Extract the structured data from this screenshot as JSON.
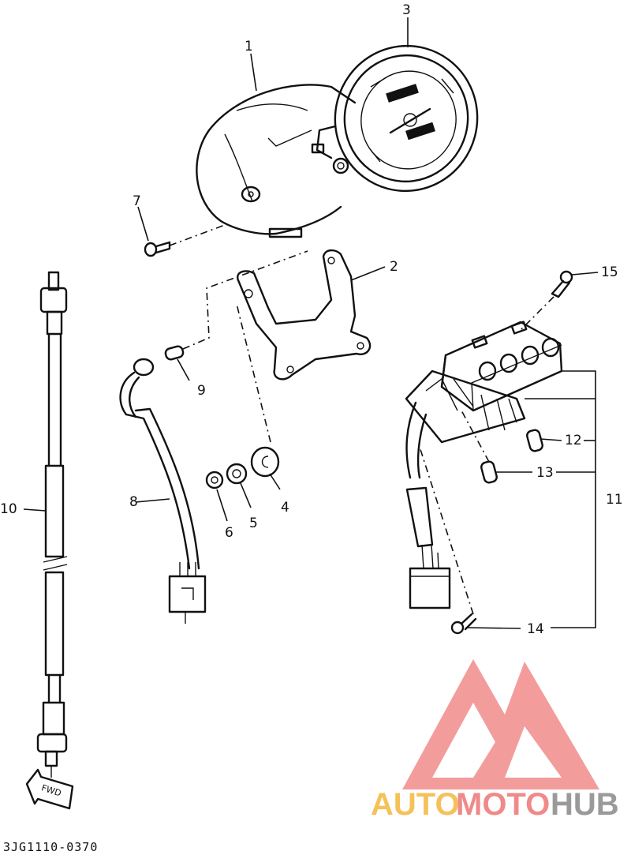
{
  "diagram": {
    "drawing_code": "3JG1110-0370",
    "direction_tag": "FWD",
    "callouts": [
      {
        "id": "c1",
        "label": "1"
      },
      {
        "id": "c2",
        "label": "2"
      },
      {
        "id": "c3",
        "label": "3"
      },
      {
        "id": "c4",
        "label": "4"
      },
      {
        "id": "c5",
        "label": "5"
      },
      {
        "id": "c6",
        "label": "6"
      },
      {
        "id": "c7",
        "label": "7"
      },
      {
        "id": "c8",
        "label": "8"
      },
      {
        "id": "c9",
        "label": "9"
      },
      {
        "id": "c10",
        "label": "10"
      },
      {
        "id": "c11",
        "label": "11"
      },
      {
        "id": "c12",
        "label": "12"
      },
      {
        "id": "c13",
        "label": "13"
      },
      {
        "id": "c14",
        "label": "14"
      },
      {
        "id": "c15",
        "label": "15"
      }
    ]
  },
  "watermark": {
    "text_auto": "AUTO",
    "text_moto": "MOTO",
    "text_hub": "HUB",
    "color_auto": "#f5c25a",
    "color_moto": "#f08a8a",
    "color_hub": "#9a9a9a",
    "logo_color": "#f28b8b"
  }
}
